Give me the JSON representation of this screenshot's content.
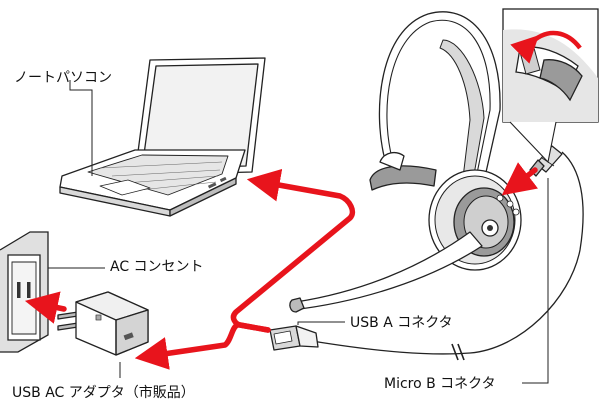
{
  "labels": {
    "laptop": "ノートパソコン",
    "ac_outlet": "AC コンセント",
    "usb_ac_adapter": "USB AC アダプタ（市販品）",
    "usb_a_connector": "USB A コネクタ",
    "micro_b_connector": "Micro B コネクタ"
  },
  "colors": {
    "arrow": "#e8141c",
    "line": "#222222",
    "device_fill": "#ffffff",
    "device_shade": "#d9d9d9",
    "device_dark": "#9a9a9a"
  },
  "icons": {
    "laptop": "laptop-icon",
    "outlet": "wall-outlet-icon",
    "adapter": "usb-ac-adapter-icon",
    "headset": "headset-icon",
    "usb_plug": "usb-a-plug-icon",
    "micro_b_plug": "micro-b-plug-icon",
    "detail": "ear-cushion-detail-icon"
  }
}
